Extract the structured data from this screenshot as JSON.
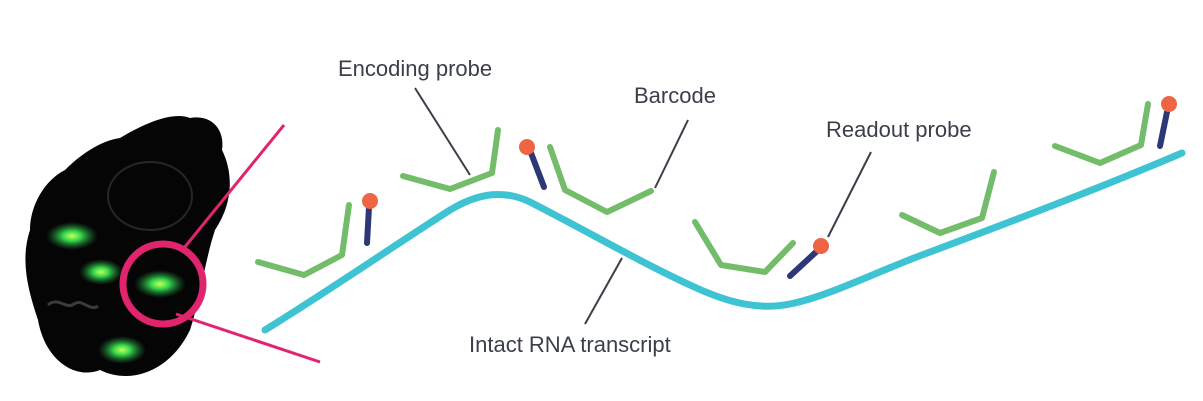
{
  "labels": {
    "encoding_probe": "Encoding probe",
    "barcode": "Barcode",
    "readout_probe": "Readout probe",
    "transcript": "Intact RNA transcript"
  },
  "colors": {
    "transcript": "#3ec3d3",
    "probe": "#72bc6a",
    "readout_stem": "#2e3878",
    "readout_dot": "#ef6442",
    "highlight": "#e0246e",
    "cell": "#050505",
    "spot": "#3ddc4a",
    "leader": "#3a3f4a"
  }
}
